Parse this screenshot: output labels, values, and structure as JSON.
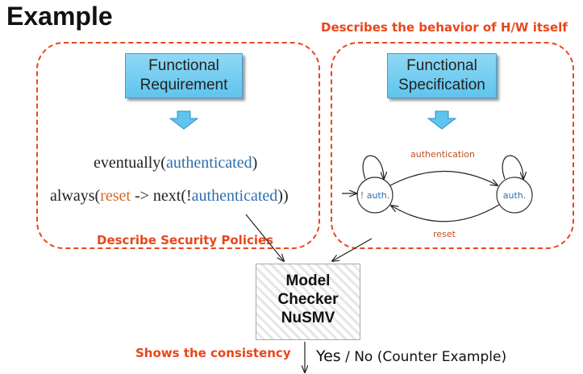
{
  "title": "Example",
  "note_hw": "Describes the behavior of H/W itself",
  "note_policies": "Describe Security Policies",
  "note_consistency": "Shows the consistency",
  "functional_requirement": {
    "line1": "Functional",
    "line2": "Requirement"
  },
  "functional_specification": {
    "line1": "Functional",
    "line2": "Specification"
  },
  "formula1": {
    "prefix": "eventually(",
    "arg": "authenticated",
    "suffix": ")"
  },
  "formula2": {
    "prefix": "always(",
    "reset": "reset",
    "mid": " -> next(!",
    "arg": "authenticated",
    "suffix": "))"
  },
  "fsm": {
    "state_unauth": "! auth.",
    "state_auth": "auth.",
    "edge_authentication": "authentication",
    "edge_reset": "reset"
  },
  "model_checker": {
    "line1": "Model",
    "line2": "Checker",
    "line3": "NuSMV"
  },
  "result": {
    "yes": "Yes",
    "separator": " / ",
    "no": "No (Counter Example)"
  },
  "colors": {
    "accent_red": "#e8461b",
    "box_blue": "#5fc4ee",
    "keyword_blue": "#2f6fae",
    "keyword_orange": "#d46a24"
  }
}
